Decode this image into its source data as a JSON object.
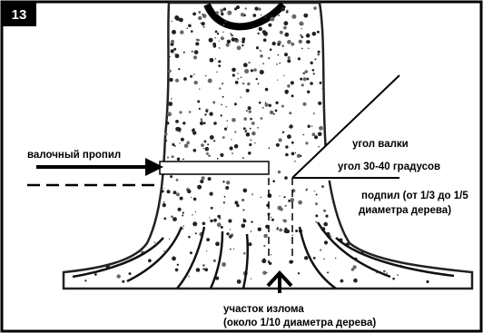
{
  "figure_number": "13",
  "labels": {
    "felling_cut": "валочный пропил",
    "felling_angle": "угол валки",
    "angle_degrees": "угол 30-40 градусов",
    "undercut_line1": "подпил (от 1/3 до 1/5",
    "undercut_line2": "диаметра дерева)",
    "break_line1": "участок излома",
    "break_line2": "(около 1/10 диаметра дерева)"
  },
  "colors": {
    "ink": "#000000",
    "paper": "#ffffff",
    "badge": "#000000"
  }
}
